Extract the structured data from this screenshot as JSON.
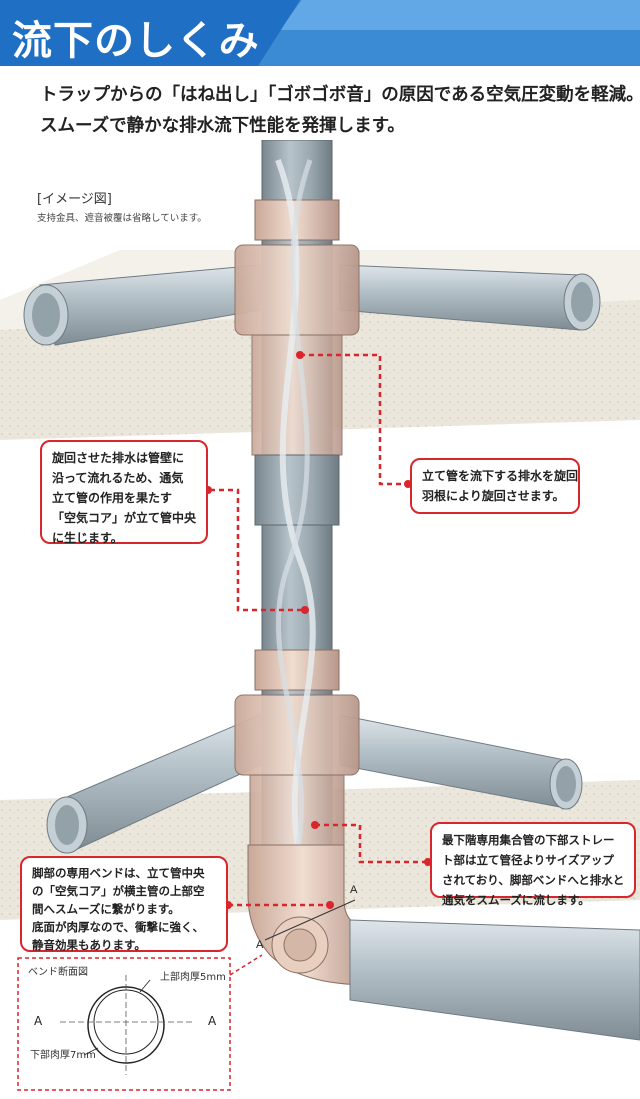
{
  "header": {
    "title": "流下のしくみ"
  },
  "intro": {
    "line1": "トラップからの「はね出し」「ゴボゴボ音」の原因である空気圧変動を軽減。",
    "line2": "スムーズで静かな排水流下性能を発揮します。"
  },
  "image_label": "[イメージ図]",
  "image_note": "支持金具、遮音被覆は省略しています。",
  "callouts": {
    "air_core": {
      "lines": [
        "旋回させた排水は管壁に",
        "沿って流れるため、通気",
        "立て管の作用を果たす",
        "「空気コア」が立て管中央",
        "に生じます。"
      ]
    },
    "swirl_vane": {
      "lines": [
        "立て管を流下する排水を旋回",
        "羽根により旋回させます。"
      ]
    },
    "bottom_fitting": {
      "lines": [
        "最下階専用集合管の下部ストレー",
        "ト部は立て管径よりサイズアップ",
        "されており、脚部ベンドへと排水と",
        "通気をスムーズに流します。"
      ]
    },
    "bend": {
      "lines": [
        "脚部の専用ベンドは、立て管中央",
        "の「空気コア」が横主管の上部空",
        "間へスムーズに繋がります。",
        "底面が肉厚なので、衝撃に強く、",
        "静音効果もあります。"
      ]
    }
  },
  "section": {
    "title": "ベンド断面図",
    "top_thickness": "上部肉厚5mm",
    "bottom_thickness": "下部肉厚7mm",
    "section_mark": "A"
  },
  "colors": {
    "header_blue": "#1f6fc4",
    "accent_red": "#d8262c",
    "pipe_grey": "#aab6bd",
    "fitting_pink": "#e8cfc0"
  }
}
